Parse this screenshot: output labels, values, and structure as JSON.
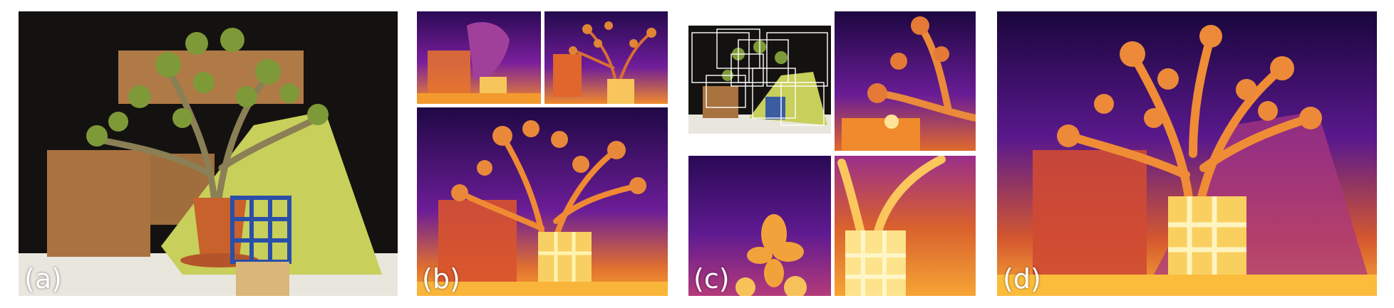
{
  "labels": {
    "a": "(a)",
    "b": "(b)",
    "c": "(c)",
    "d": "(d)"
  },
  "colors": {
    "depth_far": "#0d0221",
    "depth_mid": "#7a1e9c",
    "depth_near": "#f08a2c",
    "depth_closest": "#fff3b0",
    "photo_background": "#141210",
    "cardboard": "#b07a46",
    "fabric": "#c8cf5a",
    "pot": "#c9612c",
    "lattice": "#2a4fa8",
    "foliage": "#7e9a38"
  },
  "icons": {
    "plant_photo": "jade-plant-photo",
    "depth_map": "depth-heatmap",
    "crop_boxes": "crop-box-overlay"
  }
}
